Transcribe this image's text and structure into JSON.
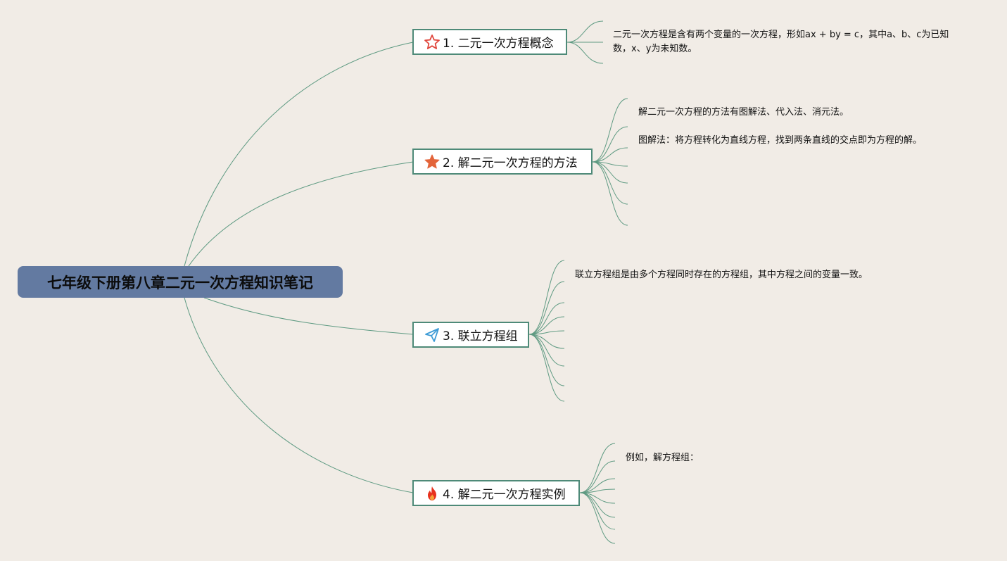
{
  "mindmap": {
    "root": {
      "label": "七年级下册第八章二元一次方程知识笔记"
    },
    "topics": [
      {
        "label": "1. 二元一次方程概念",
        "icon": "star-outline-icon",
        "notes": [
          "二元一次方程是含有两个变量的一次方程，形如ax + by = c，其中a、b、c为已知数，x、y为未知数。"
        ]
      },
      {
        "label": "2. 解二元一次方程的方法",
        "icon": "star-filled-icon",
        "notes": [
          "解二元一次方程的方法有图解法、代入法、消元法。",
          "图解法：将方程转化为直线方程，找到两条直线的交点即为方程的解。"
        ]
      },
      {
        "label": "3. 联立方程组",
        "icon": "paper-plane-icon",
        "notes": [
          "联立方程组是由多个方程同时存在的方程组，其中方程之间的变量一致。"
        ]
      },
      {
        "label": "4. 解二元一次方程实例",
        "icon": "fire-icon",
        "notes": [
          "例如，解方程组："
        ]
      }
    ]
  },
  "colors": {
    "background": "#f1ece6",
    "root_fill": "#637aa1",
    "link": "#5e9a82",
    "topic_border": "#4e8a78",
    "star_outline": "#e0483e",
    "star_filled": "#e3643a",
    "plane": "#3d9bd6",
    "fire": "#e8321e"
  }
}
